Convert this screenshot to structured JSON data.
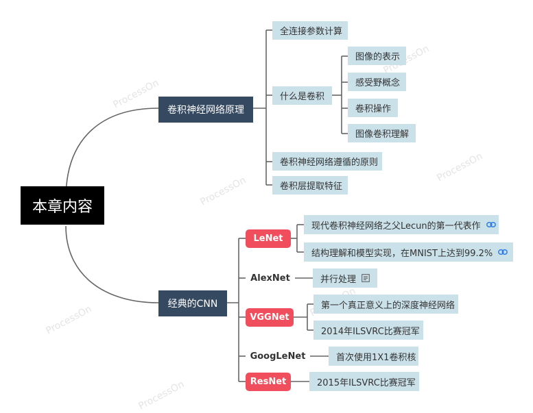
{
  "watermark": "ProcessOn",
  "colors": {
    "line": "#646464",
    "root": "#000000",
    "topic": "#354961",
    "leaf": "#cbe1e9",
    "highlight": "#f04e5c",
    "icon": "#2b7be6"
  },
  "root": "本章内容",
  "branches": [
    {
      "label": "卷积神经网络原理",
      "children": [
        {
          "label": "全连接参数计算"
        },
        {
          "label": "什么是卷积",
          "children": [
            {
              "label": "图像的表示"
            },
            {
              "label": "感受野概念"
            },
            {
              "label": "卷积操作"
            },
            {
              "label": "图像卷积理解"
            }
          ]
        },
        {
          "label": "卷积神经网络遵循的原则"
        },
        {
          "label": "卷积层提取特征"
        }
      ]
    },
    {
      "label": "经典的CNN",
      "children": [
        {
          "label": "LeNet",
          "highlight": true,
          "children": [
            {
              "label": "现代卷积神经网络之父Lecun的第一代表作",
              "icon": "link-icon"
            },
            {
              "label": "结构理解和模型实现，在MNIST上达到99.2%",
              "icon": "link-icon"
            }
          ]
        },
        {
          "label": "AlexNet",
          "highlight": false,
          "children": [
            {
              "label": "并行处理",
              "icon": "note-icon"
            }
          ]
        },
        {
          "label": "VGGNet",
          "highlight": true,
          "children": [
            {
              "label": "第一个真正意义上的深度神经网络"
            },
            {
              "label": "2014年ILSVRC比赛冠军"
            }
          ]
        },
        {
          "label": "GoogLeNet",
          "highlight": false,
          "children": [
            {
              "label": "首次使用1X1卷积核"
            }
          ]
        },
        {
          "label": "ResNet",
          "highlight": true,
          "children": [
            {
              "label": "2015年ILSVRC比赛冠军"
            }
          ]
        }
      ]
    }
  ]
}
